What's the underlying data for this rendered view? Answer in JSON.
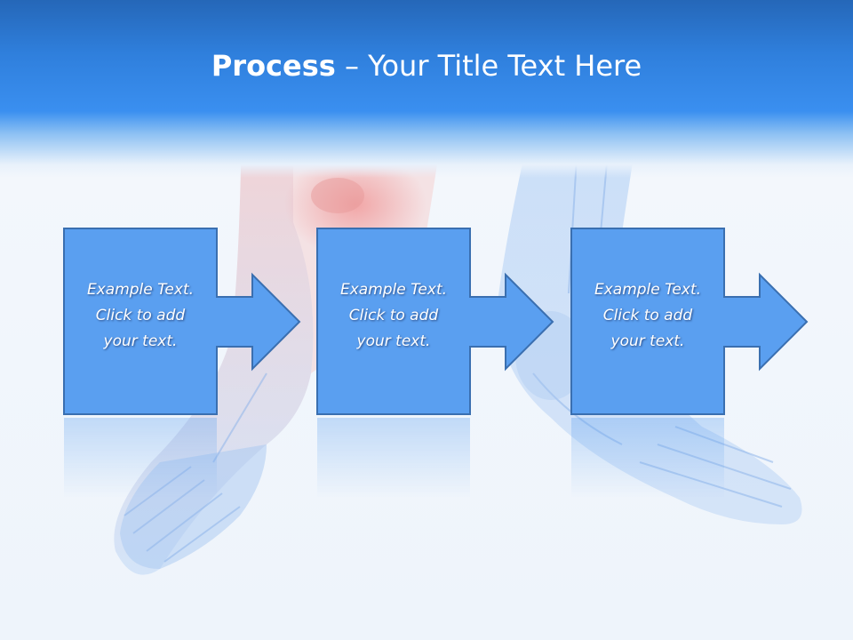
{
  "slide": {
    "title_strong": "Process",
    "title_rest": " – Your Title Text Here"
  },
  "steps": [
    {
      "text": "Example Text.\nClick  to add\nyour text."
    },
    {
      "text": "Example Text.\nClick  to add\nyour text."
    },
    {
      "text": "Example Text.\nClick  to add\nyour text."
    }
  ],
  "colors": {
    "header_blue": "#2f7fdc",
    "box_fill": "#5a9ff0",
    "box_border": "#3a6fb0",
    "foot_blue": "#9cc3f0",
    "foot_red": "#e88a8a"
  },
  "background_image": "translucent-feet-bones-illustration"
}
